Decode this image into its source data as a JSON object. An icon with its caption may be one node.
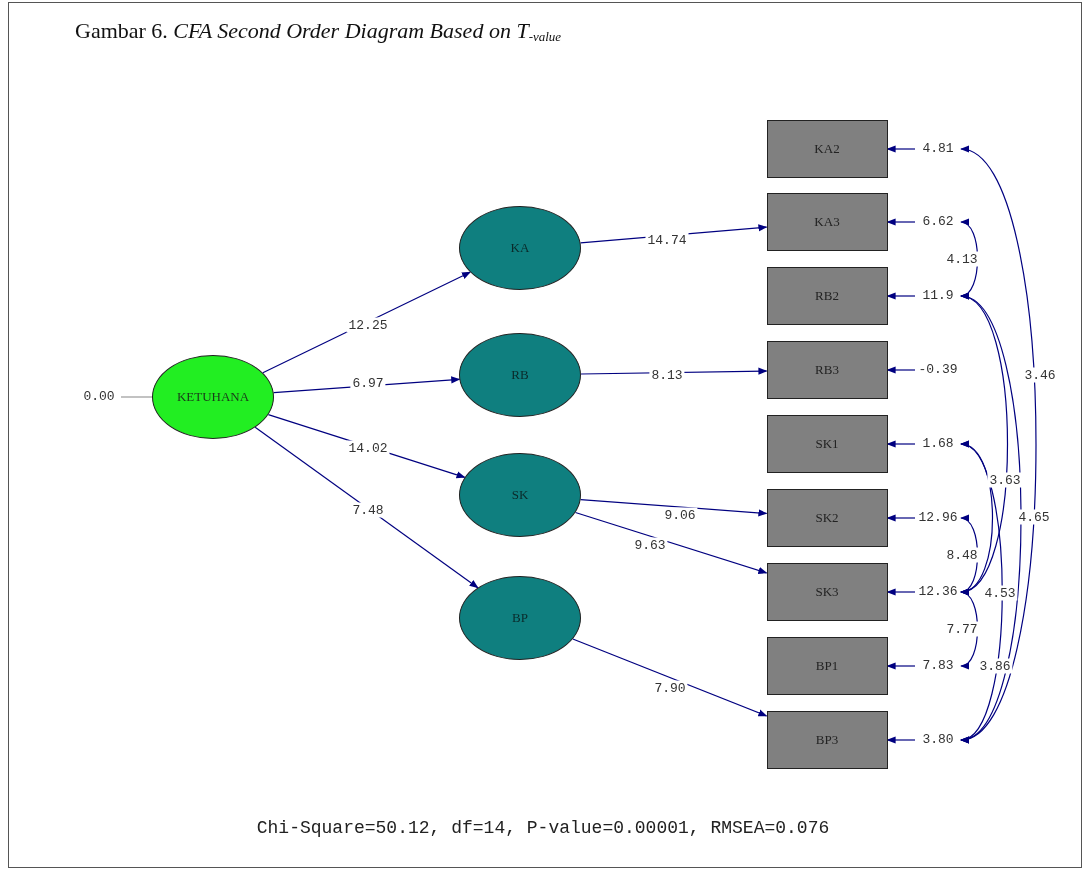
{
  "diagram": {
    "title": "Gambar 6. *CFA Second Order Diagram Based on T*$_{-value}$",
    "caption": "Chi-Square=50.12, df=14, P-value=0.00001, RMSEA=0.076",
    "nodes": [
      {
        "text": [
          "0.00"
        ]
      },
      {
        "text": [
          "KETUHANA"
        ]
      },
      {
        "text": [
          "KA"
        ]
      },
      {
        "text": [
          "RB"
        ]
      },
      {
        "text": [
          "SK"
        ]
      },
      {
        "text": [
          "BP"
        ]
      },
      {
        "text": [
          "KA2"
        ]
      },
      {
        "text": [
          "KA3"
        ]
      },
      {
        "text": [
          "RB2"
        ]
      },
      {
        "text": [
          "RB3"
        ]
      },
      {
        "text": [
          "SK1"
        ]
      },
      {
        "text": [
          "SK2"
        ]
      },
      {
        "text": [
          "SK3"
        ]
      },
      {
        "text": [
          "BP1"
        ]
      },
      {
        "text": [
          "BP3"
        ]
      },
      {
        "text": [
          "4.81"
        ]
      },
      {
        "text": [
          "6.62"
        ]
      },
      {
        "text": [
          "11.9"
        ]
      },
      {
        "text": [
          "-0.39"
        ]
      },
      {
        "text": [
          "1.68"
        ]
      },
      {
        "text": [
          "12.96"
        ]
      },
      {
        "text": [
          "12.36"
        ]
      },
      {
        "text": [
          "7.83"
        ]
      },
      {
        "text": [
          "3.80"
        ]
      }
    ],
    "edges": [
      {
        "from": 0,
        "to": 1,
        "arrow": "none",
        "color": "#999999"
      },
      {
        "from": 1,
        "to": 2,
        "arrow": "to",
        "label": "12.25"
      },
      {
        "from": 1,
        "to": 3,
        "arrow": "to",
        "label": "6.97"
      },
      {
        "from": 1,
        "to": 4,
        "arrow": "to",
        "label": "14.02"
      },
      {
        "from": 1,
        "to": 5,
        "arrow": "to",
        "label": "7.48"
      },
      {
        "from": 2,
        "to": 7,
        "arrow": "to",
        "label": "14.74"
      },
      {
        "from": 3,
        "to": 9,
        "arrow": "to",
        "label": "8.13"
      },
      {
        "from": 4,
        "to": 11,
        "arrow": "to",
        "label": "9.06"
      },
      {
        "from": 4,
        "to": 12,
        "arrow": "to",
        "label": "9.63"
      },
      {
        "from": 5,
        "to": 14,
        "arrow": "to",
        "label": "7.90"
      },
      {
        "from": 15,
        "to": 6,
        "arrow": "to"
      },
      {
        "from": 16,
        "to": 7,
        "arrow": "to"
      },
      {
        "from": 17,
        "to": 8,
        "arrow": "to"
      },
      {
        "from": 18,
        "to": 9,
        "arrow": "to"
      },
      {
        "from": 19,
        "to": 10,
        "arrow": "to"
      },
      {
        "from": 20,
        "to": 11,
        "arrow": "to"
      },
      {
        "from": 21,
        "to": 12,
        "arrow": "to"
      },
      {
        "from": 22,
        "to": 13,
        "arrow": "to"
      },
      {
        "from": 23,
        "to": 14,
        "arrow": "to"
      },
      {
        "from": 15,
        "to": 23,
        "arrow": "both",
        "label": "3.46"
      },
      {
        "from": 16,
        "to": 17,
        "arrow": "both",
        "label": "4.13"
      },
      {
        "from": 17,
        "to": 21,
        "arrow": "both",
        "label": "3.63"
      },
      {
        "from": 17,
        "to": 23,
        "arrow": "both",
        "label": "4.65"
      },
      {
        "from": 20,
        "to": 21,
        "arrow": "both",
        "label": "8.48"
      },
      {
        "from": 19,
        "to": 21,
        "arrow": "both",
        "label": "4.53"
      },
      {
        "from": 21,
        "to": 22,
        "arrow": "both",
        "label": "7.77"
      },
      {
        "from": 19,
        "to": 23,
        "arrow": "both",
        "label": "3.86"
      }
    ]
  }
}
